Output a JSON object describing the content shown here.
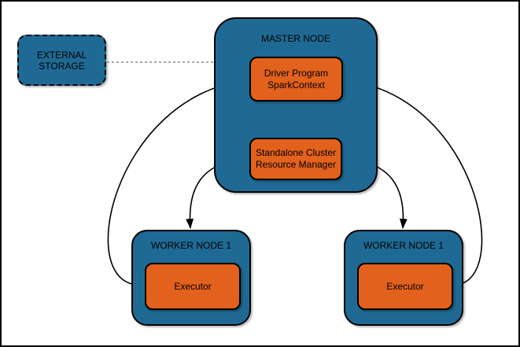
{
  "master_node": {
    "label": "MASTER NODE"
  },
  "external_storage": {
    "line1": "EXTERNAL",
    "line2": "STORAGE"
  },
  "driver_program": {
    "line1": "Driver Program",
    "line2": "SparkContext"
  },
  "resource_manager": {
    "line1": "Standalone Cluster",
    "line2": "Resource Manager"
  },
  "workers": [
    {
      "label": "WORKER NODE 1",
      "executor_label": "Executor"
    },
    {
      "label": "WORKER NODE 1",
      "executor_label": "Executor"
    }
  ],
  "connections": [
    {
      "from": "Driver Program SparkContext",
      "to": "Standalone Cluster Resource Manager",
      "type": "bidirectional-arrow"
    },
    {
      "from": "Driver Program SparkContext",
      "to": "Executor (left worker)",
      "type": "bidirectional-arrow"
    },
    {
      "from": "Driver Program SparkContext",
      "to": "Executor (right worker)",
      "type": "bidirectional-arrow"
    },
    {
      "from": "Standalone Cluster Resource Manager",
      "to": "Worker Node (left)",
      "type": "bidirectional-arrow"
    },
    {
      "from": "Standalone Cluster Resource Manager",
      "to": "Worker Node (right)",
      "type": "bidirectional-arrow"
    },
    {
      "from": "External Storage",
      "to": "Master Node",
      "type": "dashed-link"
    }
  ],
  "colors": {
    "node_fill": "#1f6a94",
    "box_fill": "#e2611c",
    "border": "#000000",
    "dashed_link": "#8c8c8c",
    "background": "#ffffff"
  }
}
